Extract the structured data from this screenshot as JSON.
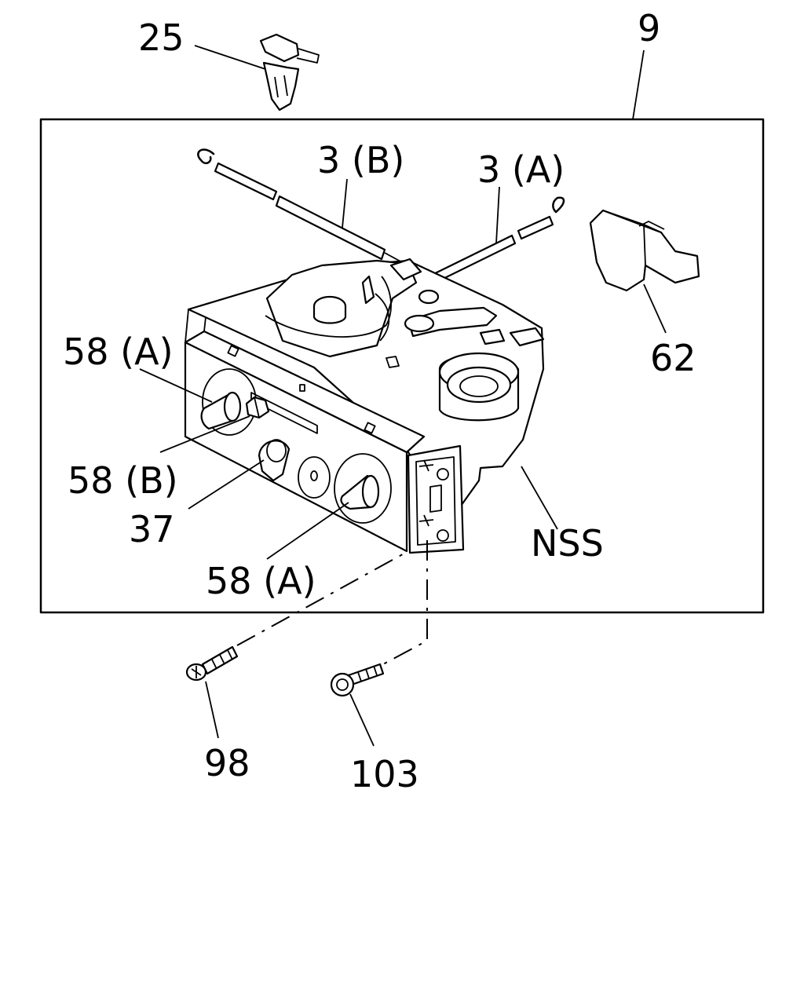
{
  "callouts": {
    "c25": "25",
    "c9": "9",
    "c3b": "3 (B)",
    "c3a": "3 (A)",
    "c62": "62",
    "c58a_top": "58 (A)",
    "c58b": "58 (B)",
    "c37": "37",
    "c58a_bottom": "58 (A)",
    "cnss": "NSS",
    "c98": "98",
    "c103": "103"
  }
}
